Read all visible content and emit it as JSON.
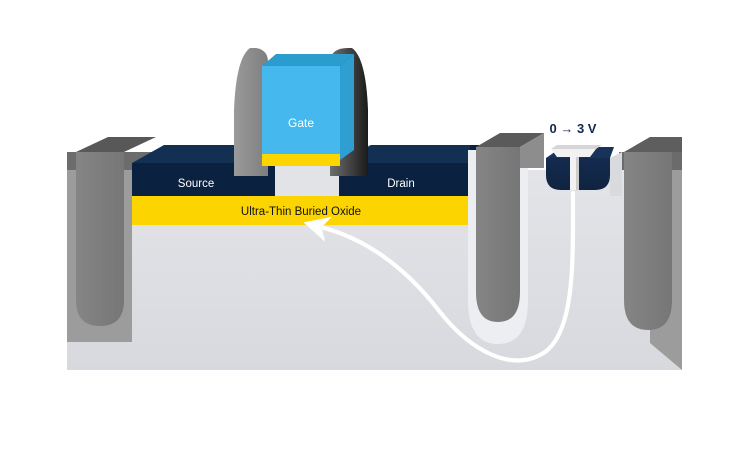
{
  "diagram": {
    "title": "FD-SOI transistor cross-section with back-bias contact",
    "background_color": "#ffffff",
    "labels": {
      "gate": "Gate",
      "source": "Source",
      "drain": "Drain",
      "buried_oxide": "Ultra-Thin Buried Oxide",
      "bias": "0 → 3 V"
    },
    "colors": {
      "gate_fill": "#45b8ed",
      "gate_top_face": "#2a9ccd",
      "gate_spacer": "#8c8c8c",
      "gate_spacer_shadow": "#5d5d5d",
      "source_drain_navy": "#0a2240",
      "source_drain_top_face": "#132f52",
      "buried_oxide_yellow": "#fcd500",
      "buried_oxide_side": "#e0bd00",
      "substrate_gray": "#dcdde2",
      "substrate_top_face": "#c9cace",
      "sti_trench_gray": "#7d7d7d",
      "sti_trench_light": "#a8a8a8",
      "block_side_gray": "#9c9c9c",
      "block_top_gray": "#686868",
      "well_navy": "#13294b",
      "contact_white": "#f2f2f2",
      "contact_shade": "#c4c4c4",
      "arrow_white": "#ffffff",
      "bias_text": "#13294b",
      "white_label_text": "#ffffff",
      "dark_label_text": "#111111"
    },
    "elements": [
      {
        "name": "substrate",
        "kind": "body"
      },
      {
        "name": "buried-oxide-layer",
        "kind": "layer"
      },
      {
        "name": "source-region",
        "kind": "doped-region"
      },
      {
        "name": "drain-region",
        "kind": "doped-region"
      },
      {
        "name": "gate-stack",
        "kind": "stack"
      },
      {
        "name": "gate-oxide",
        "kind": "layer"
      },
      {
        "name": "gate-spacer-left",
        "kind": "spacer"
      },
      {
        "name": "gate-spacer-right",
        "kind": "spacer"
      },
      {
        "name": "sti-trench-left",
        "kind": "isolation"
      },
      {
        "name": "sti-trench-middle",
        "kind": "isolation"
      },
      {
        "name": "sti-trench-right",
        "kind": "isolation"
      },
      {
        "name": "back-bias-well",
        "kind": "doped-region"
      },
      {
        "name": "back-bias-contact",
        "kind": "terminal"
      },
      {
        "name": "back-bias-arrow",
        "kind": "annotation"
      }
    ]
  }
}
